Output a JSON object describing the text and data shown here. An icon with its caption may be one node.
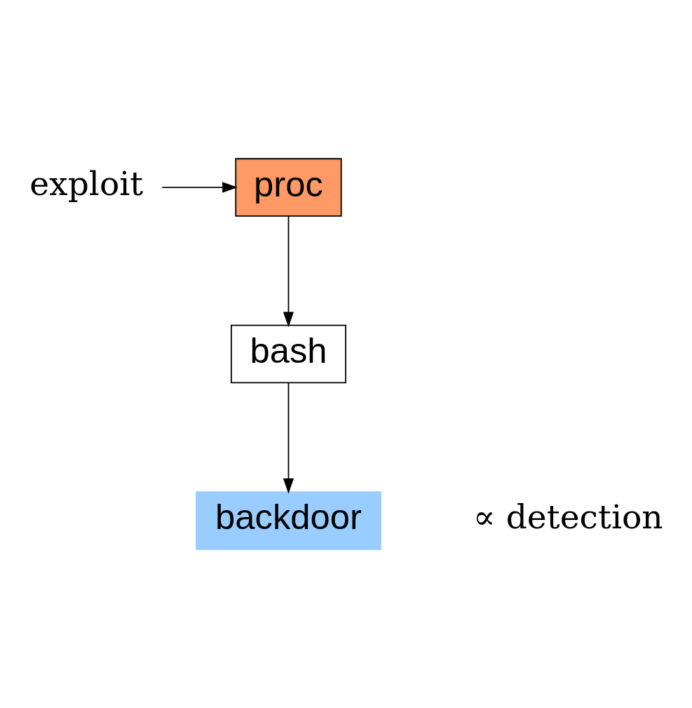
{
  "diagram": {
    "nodes": [
      {
        "text": [
          "proc"
        ]
      },
      {
        "text": [
          "bash"
        ]
      },
      {
        "text": [
          "backdoor"
        ],
        "beside": [
          "∝ detection"
        ]
      },
      {
        "text": [
          "exploit"
        ]
      }
    ],
    "edges": [
      {
        "from": 0,
        "to": 1,
        "arrow": "to"
      },
      {
        "from": 1,
        "to": 2,
        "arrow": "to"
      },
      {
        "from": 3,
        "to": 0,
        "arrow": "to"
      }
    ]
  }
}
